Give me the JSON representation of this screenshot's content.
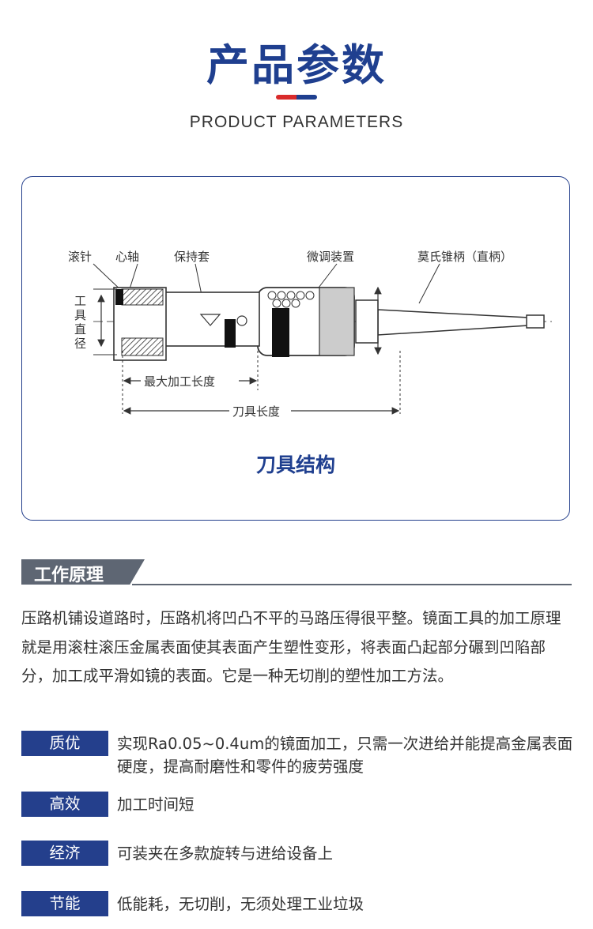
{
  "header": {
    "title_cn": "产品参数",
    "title_en": "PRODUCT PARAMETERS",
    "accent_colors": {
      "red": "#d92b2b",
      "blue": "#1f3f8f"
    }
  },
  "diagram": {
    "caption": "刀具结构",
    "labels": {
      "roller_pin": "滚针",
      "mandrel": "心轴",
      "retainer": "保持套",
      "fine_adjust": "微调装置",
      "morse_taper": "莫氏锥柄（直柄）",
      "tool_diameter_chars": [
        "工",
        "具",
        "直",
        "径"
      ],
      "max_length": "最大加工长度",
      "tool_length": "刀具长度"
    }
  },
  "working_principle": {
    "heading": "工作原理",
    "text": "压路机铺设道路时，压路机将凹凸不平的马路压得很平整。镜面工具的加工原理就是用滚柱滚压金属表面使其表面产生塑性变形，将表面凸起部分碾到凹陷部分，加工成平滑如镜的表面。它是一种无切削的塑性加工方法。"
  },
  "features": [
    {
      "label": "质优",
      "text": "实现Ra0.05~0.4um的镜面加工，只需一次进给并能提高金属表面硬度，提高耐磨性和零件的疲劳强度"
    },
    {
      "label": "高效",
      "text": "加工时间短"
    },
    {
      "label": "经济",
      "text": "可装夹在多款旋转与进给设备上"
    },
    {
      "label": "节能",
      "text": "低能耗，无切削，无须处理工业垃圾"
    }
  ]
}
